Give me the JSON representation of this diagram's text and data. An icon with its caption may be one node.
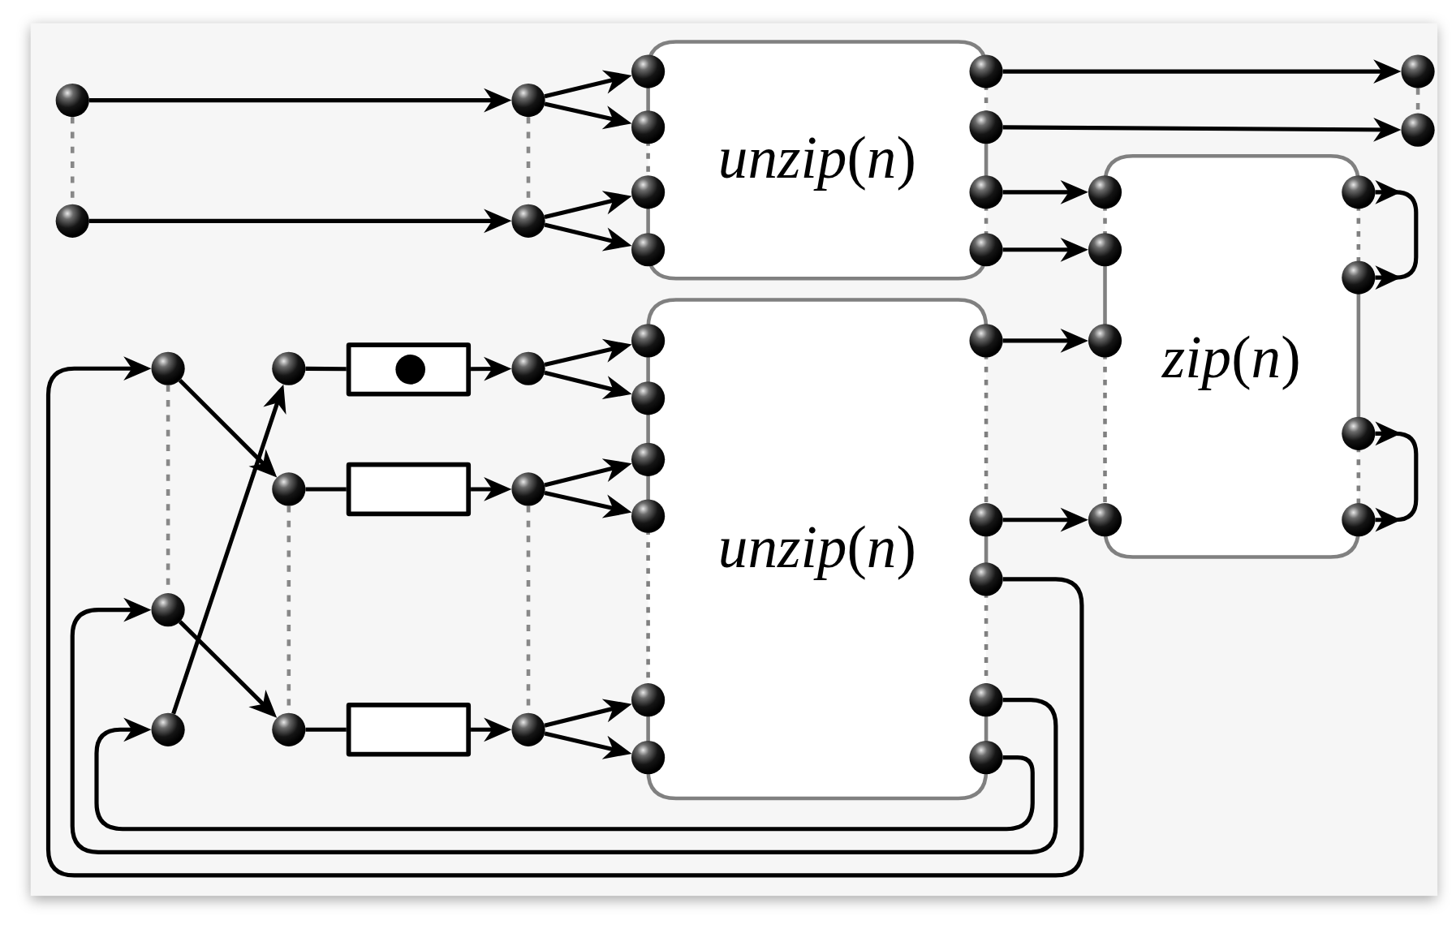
{
  "diagram": {
    "nodes": [
      {
        "text": [],
        "shape": "circle"
      },
      {
        "text": [],
        "shape": "circle"
      },
      {
        "text": [],
        "shape": "circle"
      },
      {
        "text": [],
        "shape": "circle"
      },
      {
        "text": [
          "*unzip*(*n*)"
        ]
      },
      {
        "text": [],
        "shape": "circle"
      },
      {
        "text": [],
        "shape": "circle"
      },
      {
        "text": [],
        "shape": "circle"
      },
      {
        "text": [],
        "shape": "circle"
      },
      {
        "text": [],
        "shape": "circle"
      },
      {
        "text": [],
        "shape": "circle"
      },
      {
        "text": [],
        "shape": "circle"
      },
      {
        "text": [],
        "shape": "circle"
      },
      {
        "text": [],
        "shape": "circle"
      },
      {
        "text": [],
        "shape": "circle"
      },
      {
        "text": [
          "*zip*(*n*)"
        ]
      },
      {
        "text": [],
        "shape": "circle"
      },
      {
        "text": [],
        "shape": "circle"
      },
      {
        "text": [],
        "shape": "circle"
      },
      {
        "text": [],
        "shape": "circle"
      },
      {
        "text": [],
        "shape": "circle"
      },
      {
        "text": [],
        "shape": "circle"
      },
      {
        "text": [],
        "shape": "circle"
      },
      {
        "text": [],
        "shape": "circle"
      },
      {
        "text": [],
        "shape": "circle"
      },
      {
        "text": [],
        "shape": "circle"
      },
      {
        "text": [],
        "shape": "box"
      },
      {
        "text": [],
        "shape": "circle"
      },
      {
        "text": [],
        "shape": "circle"
      },
      {
        "text": [],
        "shape": "box"
      },
      {
        "text": [],
        "shape": "circle"
      },
      {
        "text": [],
        "shape": "circle"
      },
      {
        "text": [],
        "shape": "circle"
      },
      {
        "text": [],
        "shape": "circle"
      },
      {
        "text": [],
        "shape": "box"
      },
      {
        "text": [],
        "shape": "circle"
      },
      {
        "text": [
          "*unzip*(*n*)"
        ]
      },
      {
        "text": [],
        "shape": "circle"
      },
      {
        "text": [],
        "shape": "circle"
      },
      {
        "text": [],
        "shape": "circle"
      },
      {
        "text": [],
        "shape": "circle"
      },
      {
        "text": [],
        "shape": "circle"
      },
      {
        "text": [],
        "shape": "circle"
      },
      {
        "text": [],
        "shape": "circle"
      },
      {
        "text": [],
        "shape": "circle"
      },
      {
        "text": [],
        "shape": "circle"
      },
      {
        "text": [],
        "shape": "circle"
      },
      {
        "text": [],
        "shape": "circle"
      }
    ],
    "edges": [
      {
        "from": 0,
        "to": 2,
        "arrow": "to"
      },
      {
        "from": 1,
        "to": 3,
        "arrow": "to"
      },
      {
        "from": 2,
        "to": 5,
        "arrow": "to"
      },
      {
        "from": 2,
        "to": 6,
        "arrow": "to"
      },
      {
        "from": 3,
        "to": 7,
        "arrow": "to"
      },
      {
        "from": 3,
        "to": 8,
        "arrow": "to"
      },
      {
        "from": 9,
        "to": 13,
        "arrow": "to"
      },
      {
        "from": 10,
        "to": 14,
        "arrow": "to"
      },
      {
        "from": 11,
        "to": 16,
        "arrow": "to"
      },
      {
        "from": 12,
        "to": 17,
        "arrow": "to"
      },
      {
        "from": 43,
        "to": 18,
        "arrow": "to"
      },
      {
        "from": 44,
        "to": 19,
        "arrow": "to"
      },
      {
        "from": 20,
        "to": 21,
        "arrow": "other"
      },
      {
        "from": 22,
        "to": 23,
        "arrow": "other"
      },
      {
        "from": 24,
        "to": 28,
        "arrow": "to"
      },
      {
        "from": 31,
        "to": 33,
        "arrow": "to"
      },
      {
        "from": 32,
        "to": 25,
        "arrow": "to"
      },
      {
        "from": 25,
        "to": 26,
        "arrow": "none"
      },
      {
        "from": 26,
        "to": 27,
        "arrow": "to"
      },
      {
        "from": 28,
        "to": 29,
        "arrow": "none"
      },
      {
        "from": 29,
        "to": 30,
        "arrow": "to"
      },
      {
        "from": 33,
        "to": 34,
        "arrow": "none"
      },
      {
        "from": 34,
        "to": 35,
        "arrow": "to"
      },
      {
        "from": 27,
        "to": 37,
        "arrow": "to"
      },
      {
        "from": 27,
        "to": 38,
        "arrow": "to"
      },
      {
        "from": 30,
        "to": 39,
        "arrow": "to"
      },
      {
        "from": 30,
        "to": 40,
        "arrow": "to"
      },
      {
        "from": 35,
        "to": 41,
        "arrow": "to"
      },
      {
        "from": 35,
        "to": 42,
        "arrow": "to"
      },
      {
        "from": 45,
        "to": 24,
        "arrow": "to"
      },
      {
        "from": 46,
        "to": 31,
        "arrow": "to"
      },
      {
        "from": 47,
        "to": 32,
        "arrow": "to"
      },
      {
        "from": 0,
        "to": 1,
        "arrow": "none",
        "style": "dashed",
        "color": "#888888"
      },
      {
        "from": 2,
        "to": 3,
        "arrow": "none",
        "style": "dashed",
        "color": "#888888"
      },
      {
        "from": 13,
        "to": 14,
        "arrow": "none",
        "style": "dashed",
        "color": "#888888"
      },
      {
        "from": 24,
        "to": 31,
        "arrow": "none",
        "style": "dashed",
        "color": "#888888"
      },
      {
        "from": 28,
        "to": 33,
        "arrow": "none",
        "style": "dashed",
        "color": "#888888"
      },
      {
        "from": 30,
        "to": 35,
        "arrow": "none",
        "style": "dashed",
        "color": "#888888"
      }
    ]
  }
}
